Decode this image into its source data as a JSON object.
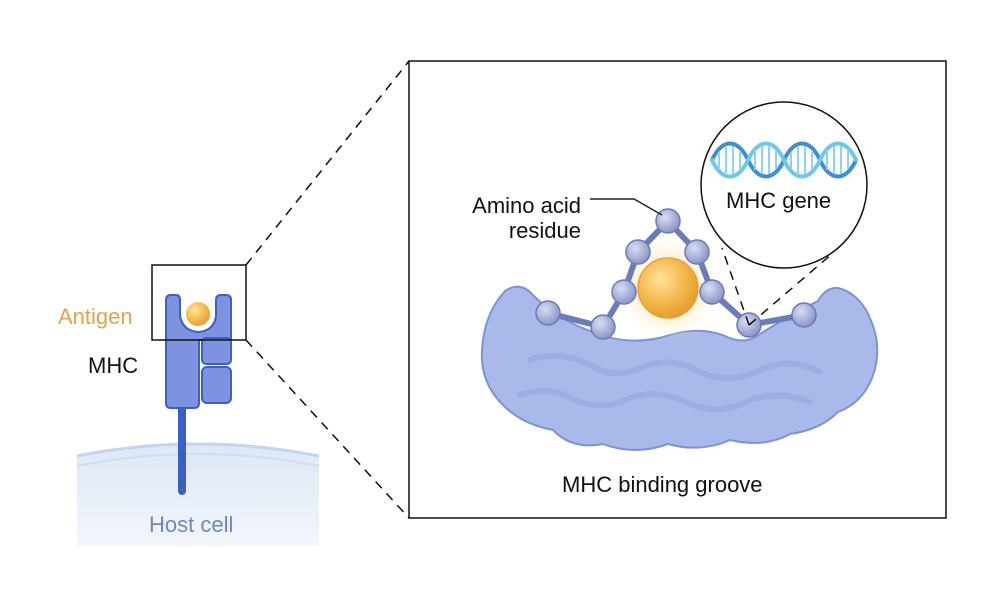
{
  "labels": {
    "antigen": "Antigen",
    "mhc": "MHC",
    "host_cell": "Host cell",
    "amino_acid_residue": "Amino acid residue",
    "mhc_gene": "MHC gene",
    "mhc_binding_groove": "MHC binding groove"
  },
  "colors": {
    "antigen": "#f4b94d",
    "mhc_protein": "#7d93e0",
    "residue": "#a7afd8",
    "groove": "#a8b9ea",
    "host_cell": "#e7eef8",
    "dna_light": "#6ec7ef",
    "dna_dark": "#3d8fd4"
  }
}
